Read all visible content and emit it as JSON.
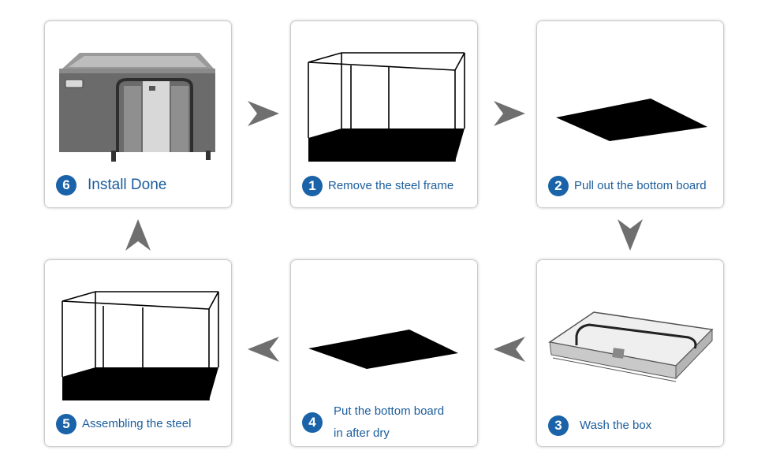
{
  "steps": [
    {
      "number": "6",
      "label": "Install Done"
    },
    {
      "number": "1",
      "label": "Remove the steel frame"
    },
    {
      "number": "2",
      "label": "Pull out the bottom board"
    },
    {
      "number": "5",
      "label": "Assembling the steel"
    },
    {
      "number": "4",
      "label": "Put the bottom board",
      "label_line2": "in after dry"
    },
    {
      "number": "3",
      "label": "Wash the box"
    }
  ],
  "colors": {
    "badge": "#1a63a8",
    "text": "#1b5d9c",
    "arrow": "#6f6f6f",
    "board": "#000000"
  }
}
